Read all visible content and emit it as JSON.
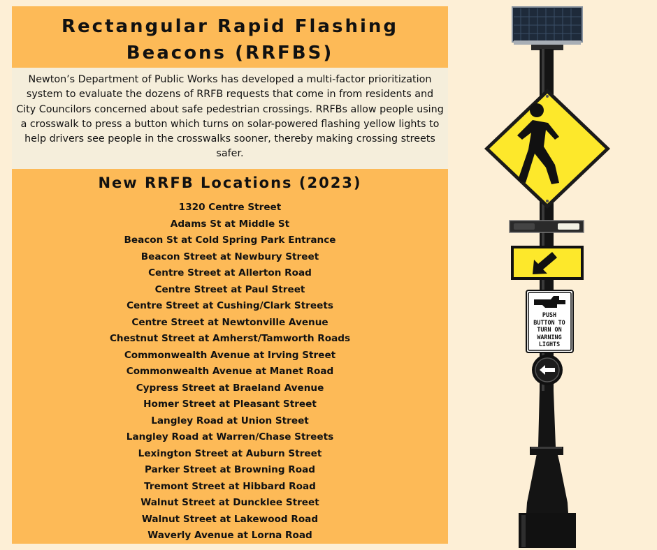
{
  "title": {
    "line1": "Rectangular Rapid Flashing",
    "line2": "Beacons (RRFBS)"
  },
  "intro": {
    "text": "Newton’s Department of Public Works has developed a multi-factor prioritization system to evaluate the dozens of RRFB requests that come in from residents and City Councilors concerned about safe pedestrian crossings. RRFBs allow people using a crosswalk to press a button which turns on solar-powered flashing yellow lights to help drivers see people in the crosswalks sooner, thereby making crossing streets safer."
  },
  "subtitle": "New RRFB Locations (2023)",
  "locations": [
    "1320 Centre Street",
    "Adams St at Middle St",
    "Beacon St at Cold Spring Park Entrance",
    "Beacon Street at Newbury Street",
    "Centre Street at Allerton Road",
    "Centre Street at Paul Street",
    "Centre Street at Cushing/Clark Streets",
    "Centre Street at Newtonville Avenue",
    "Chestnut Street at Amherst/Tamworth Roads",
    "Commonwealth Avenue at Irving Street",
    "Commonwealth Avenue at Manet Road",
    "Cypress Street at Braeland Avenue",
    "Homer Street at Pleasant Street",
    "Langley Road at Union Street",
    "Langley Road at Warren/Chase Streets",
    "Lexington Street at Auburn Street",
    "Parker Street at Browning Road",
    "Tremont Street at Hibbard Road",
    "Walnut Street at Duncklee Street",
    "Walnut Street at Lakewood Road",
    "Waverly Avenue at Lorna Road"
  ],
  "push_sign": {
    "lines": [
      "PUSH",
      "BUTTON TO",
      "TURN ON",
      "WARNING",
      "LIGHTS"
    ]
  },
  "colors": {
    "background": "#FDEFD6",
    "panel": "#FDBA57",
    "intro_box": "#F5EEDB",
    "sign_yellow": "#FDE82B",
    "pole": "#141414"
  },
  "icons": {
    "pedestrian_sign": "pedestrian-crossing-icon",
    "arrow_plaque": "down-left-arrow-icon",
    "push_hand": "pointing-hand-icon",
    "push_button": "left-arrow-button-icon",
    "solar_panel": "solar-panel-icon"
  }
}
